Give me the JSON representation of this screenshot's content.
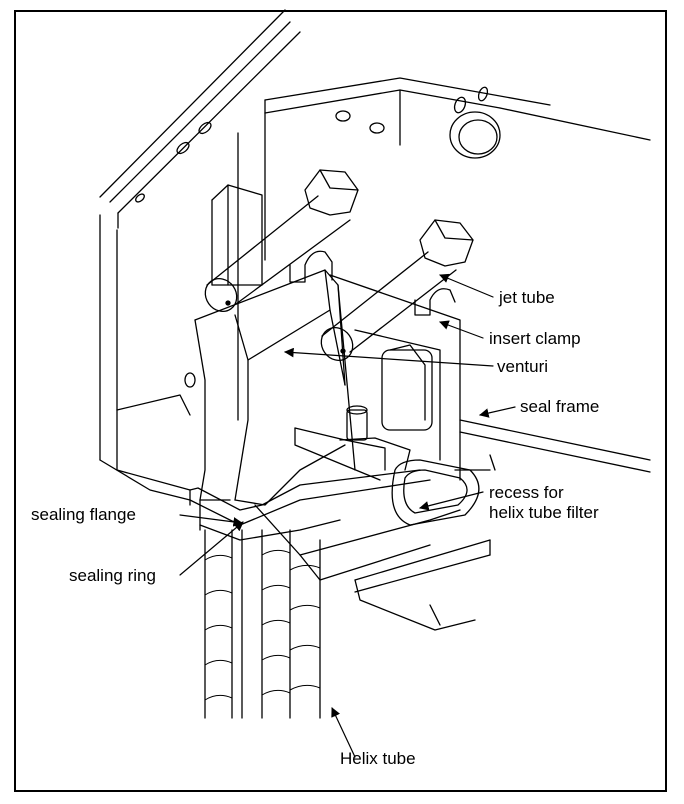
{
  "figure": {
    "description_labels": {
      "jet_tube": "jet tube",
      "insert_clamp": "insert clamp",
      "venturi": "venturi",
      "seal_frame": "seal frame",
      "recess_line1": "recess for",
      "recess_line2": "helix tube filter",
      "sealing_flange": "sealing flange",
      "sealing_ring": "sealing ring",
      "helix_tube": "Helix tube"
    }
  }
}
